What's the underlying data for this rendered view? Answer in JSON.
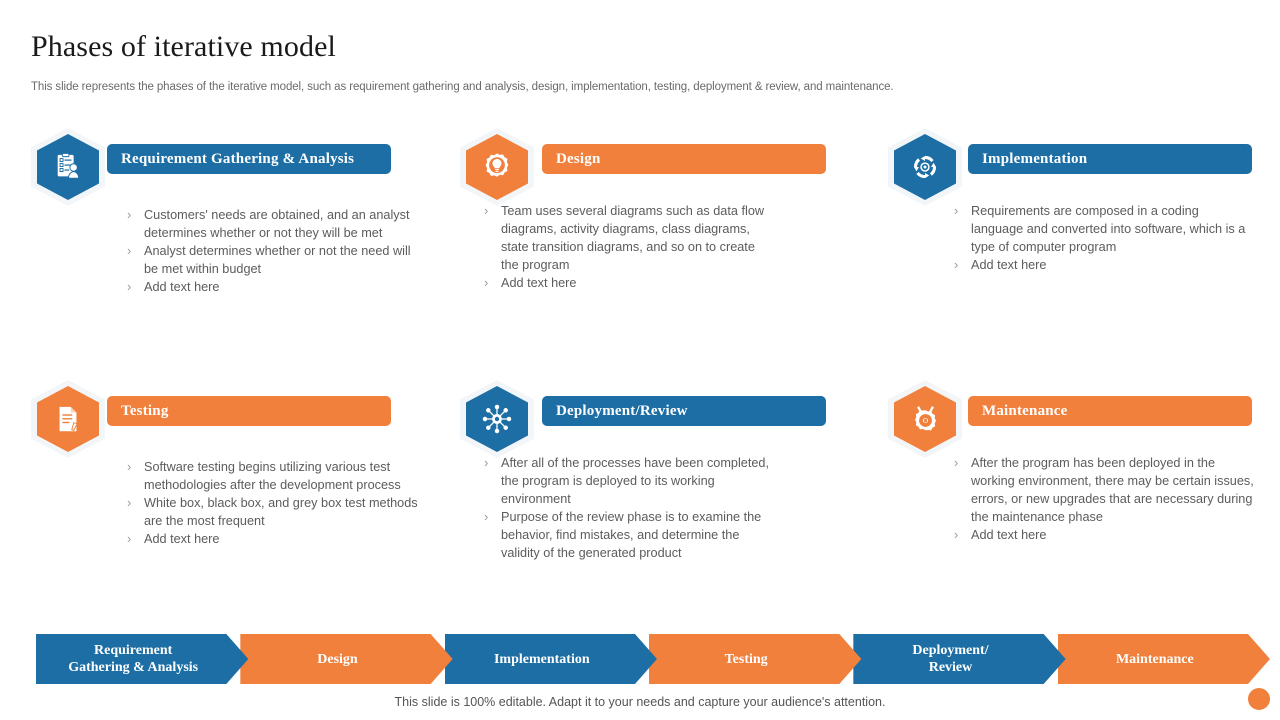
{
  "slide": {
    "title": "Phases of iterative model",
    "subtitle": "This slide represents the phases of the iterative  model, such as requirement gathering and analysis, design, implementation, testing, deployment & review,  and maintenance.",
    "footer_note": "This slide is 100% editable. Adapt it to your needs and capture your audience's attention.",
    "bullet_glyph": "›"
  },
  "colors": {
    "blue": "#1C6EA4",
    "orange": "#F0803C",
    "ring": "#F2F6F8",
    "body_text": "#5C5C5C",
    "title_text": "#1A1A1A"
  },
  "cards": [
    {
      "title": "Requirement Gathering & Analysis",
      "color": "blue",
      "icon": "clipboard-checklist-person-icon",
      "bullets": [
        "Customers' needs are obtained, and an analyst determines whether or not they will be met",
        "Analyst determines whether or not the need will be met within budget",
        "Add text here"
      ]
    },
    {
      "title": "Design",
      "color": "orange",
      "icon": "gear-lightbulb-icon",
      "bullets": [
        "Team uses several diagrams such as data flow diagrams, activity diagrams, class diagrams, state transition diagrams, and so on to create the program",
        "Add text here"
      ]
    },
    {
      "title": "Implementation",
      "color": "blue",
      "icon": "gear-arrows-cycle-icon",
      "bullets": [
        "Requirements are composed in a coding language and converted into software, which is a type of computer program",
        "Add text here"
      ]
    },
    {
      "title": "Testing",
      "color": "orange",
      "icon": "document-pen-icon",
      "bullets": [
        "Software testing begins utilizing various test methodologies after the development process",
        "White box, black box, and grey box test methods are the most frequent",
        "Add text here"
      ]
    },
    {
      "title": "Deployment/Review",
      "color": "blue",
      "icon": "network-hub-spokes-icon",
      "bullets": [
        "After all of the processes have been completed, the program is deployed to its working environment",
        "Purpose of the review phase is to examine the behavior, find mistakes, and determine the validity of the generated product"
      ]
    },
    {
      "title": "Maintenance",
      "color": "orange",
      "icon": "gear-wrench-screwdriver-icon",
      "bullets": [
        "After the program has been deployed in the working environment, there may be certain issues, errors, or new upgrades that are necessary during the maintenance phase",
        "Add text here"
      ]
    }
  ],
  "process_bar": [
    {
      "label": "Requirement\nGathering & Analysis",
      "color": "blue"
    },
    {
      "label": "Design",
      "color": "orange"
    },
    {
      "label": "Implementation",
      "color": "blue"
    },
    {
      "label": "Testing",
      "color": "orange"
    },
    {
      "label": "Deployment/\nReview",
      "color": "blue"
    },
    {
      "label": "Maintenance",
      "color": "orange"
    }
  ]
}
